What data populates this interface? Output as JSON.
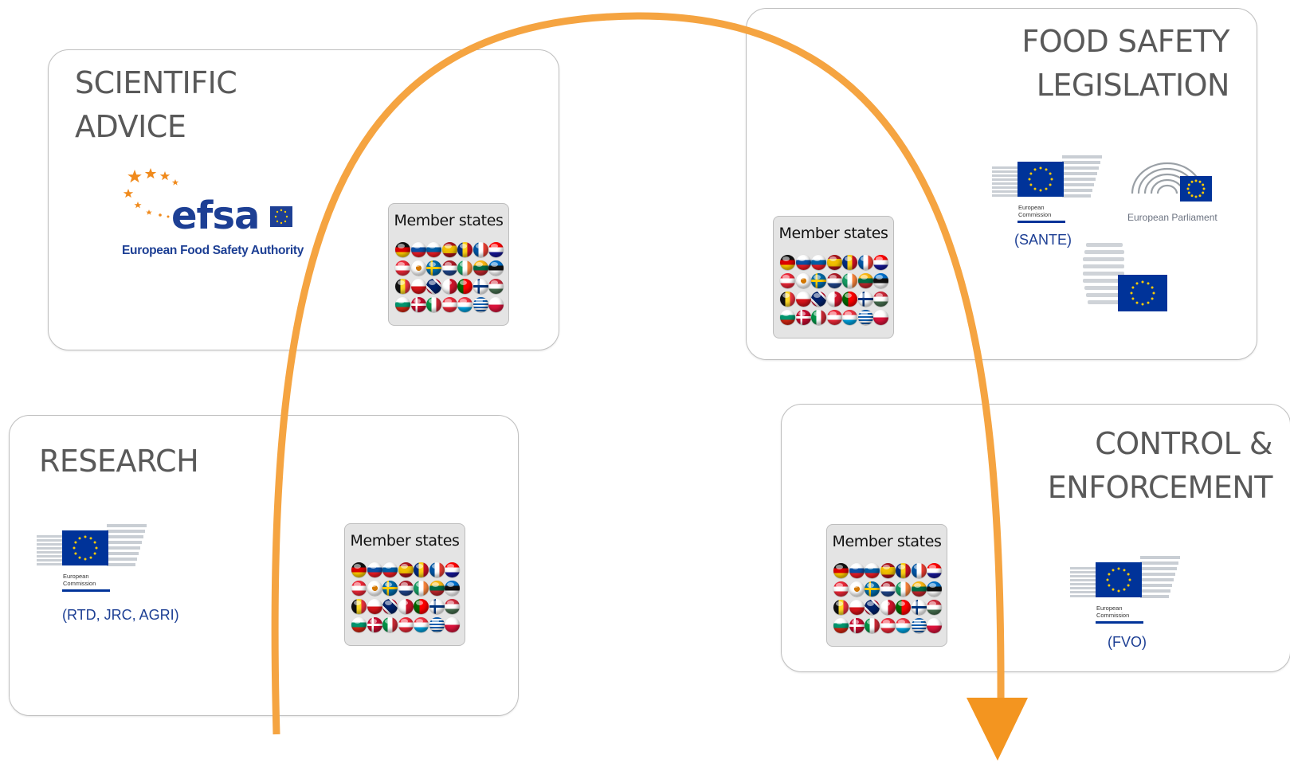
{
  "panels": {
    "scientific": {
      "title_line1": "SCIENTIFIC",
      "title_line2": "ADVICE"
    },
    "legislation": {
      "title_line1": "FOOD SAFETY",
      "title_line2": "LEGISLATION"
    },
    "research": {
      "title_line1": "RESEARCH"
    },
    "control": {
      "title_line1": "CONTROL &",
      "title_line2": "ENFORCEMENT"
    }
  },
  "member_states_label": "Member states",
  "efsa": {
    "wordmark": "efsa",
    "subtitle": "European Food Safety Authority"
  },
  "commission": {
    "line1": "European",
    "line2": "Commission"
  },
  "parliament": {
    "label": "European Parliament"
  },
  "captions": {
    "sante": "(SANTE)",
    "research": "(RTD, JRC, AGRI)",
    "fvo": "(FVO)"
  },
  "colors": {
    "arrow": "#f5a441",
    "arrow_head": "#f39520",
    "title_text": "#595959",
    "eu_blue": "#003399",
    "eu_yellow": "#ffcc00",
    "caption_blue": "#1d3f94"
  },
  "icons": [
    "efsa-logo",
    "european-commission-logo",
    "european-parliament-logo",
    "eu-flag",
    "country-flag-ball",
    "curved-process-arrow"
  ]
}
